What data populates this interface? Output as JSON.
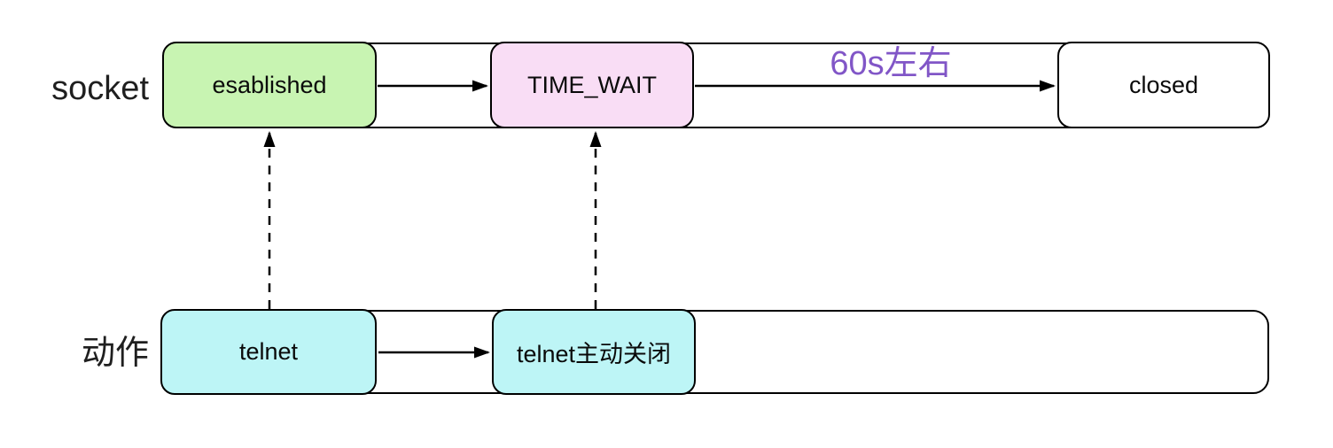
{
  "diagram": {
    "rows": [
      {
        "label": "socket",
        "nodes": [
          {
            "id": "esablished",
            "label": "esablished"
          },
          {
            "id": "time_wait",
            "label": "TIME_WAIT"
          },
          {
            "id": "closed",
            "label": "closed"
          }
        ]
      },
      {
        "label": "动作",
        "nodes": [
          {
            "id": "telnet",
            "label": "telnet"
          },
          {
            "id": "telnet_active_close",
            "label": "telnet主动关闭"
          }
        ]
      }
    ],
    "annotation": {
      "text": "60s左右"
    },
    "colors": {
      "established_fill": "#c8f4b2",
      "time_wait_fill": "#f9ddf5",
      "action_fill": "#bdf5f6",
      "closed_fill": "#ffffff",
      "annotation_text": "#8156c7",
      "stroke": "#000000"
    }
  }
}
